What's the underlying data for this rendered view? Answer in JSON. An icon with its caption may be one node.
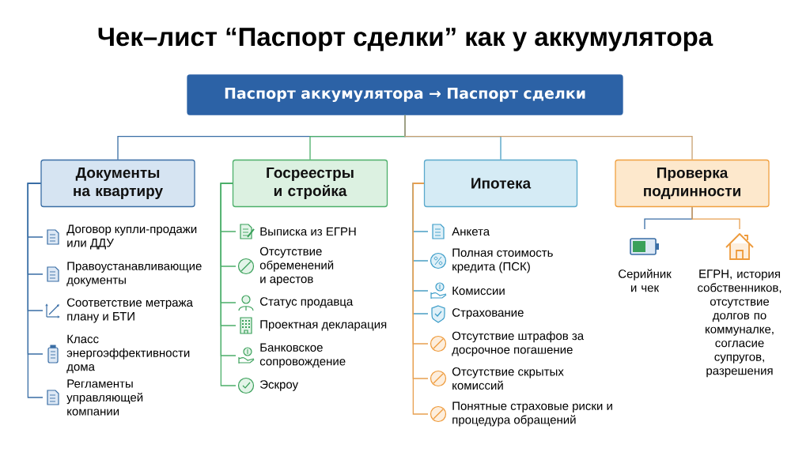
{
  "diagram": {
    "title": "Чек–лист “Паспорт сделки” как у аккумулятора",
    "nodes": [
      {
        "text": [
          "Паспорт аккумулятора → Паспорт сделки"
        ]
      },
      {
        "text": [
          "Документы на квартиру"
        ]
      },
      {
        "text": [
          "Госреестры и стройка"
        ]
      },
      {
        "text": [
          "Ипотека"
        ]
      },
      {
        "text": [
          "Проверка подлинности"
        ]
      },
      {
        "text": [
          "Договор купли-продажи или ДДУ"
        ]
      },
      {
        "text": [
          "Правоустанавливающие документы"
        ]
      },
      {
        "text": [
          "Соответствие метража плану и БТИ"
        ]
      },
      {
        "text": [
          "Класс энергоэффективности дома"
        ]
      },
      {
        "text": [
          "Регламенты управляющей компании"
        ]
      },
      {
        "text": [
          "Выписка из ЕГРН"
        ]
      },
      {
        "text": [
          "Отсутствие обременений и арестов"
        ]
      },
      {
        "text": [
          "Статус продавца"
        ]
      },
      {
        "text": [
          "Проектная декларация"
        ]
      },
      {
        "text": [
          "Банковское сопровождение"
        ]
      },
      {
        "text": [
          "Эскроу"
        ]
      },
      {
        "text": [
          "Анкета"
        ]
      },
      {
        "text": [
          "Полная стоимость кредита (ПСК)"
        ]
      },
      {
        "text": [
          "Комиссии"
        ]
      },
      {
        "text": [
          "Страхование"
        ]
      },
      {
        "text": [
          "Отсутствие штрафов за досрочное погашение"
        ]
      },
      {
        "text": [
          "Отсутствие скрытых комиссий"
        ]
      },
      {
        "text": [
          "Понятные страховые риски и процедура обращений"
        ]
      },
      {
        "text": [
          "Серийник и чек"
        ]
      },
      {
        "text": [
          "ЕГРН, история собственников, отсутствие долгов по коммуналке, согласие супругов, разрешения"
        ]
      }
    ],
    "edges": [
      {
        "from": 0,
        "to": 1,
        "arrow": "none"
      },
      {
        "from": 0,
        "to": 2,
        "arrow": "none",
        "color": "#4caf6a"
      },
      {
        "from": 0,
        "to": 3,
        "arrow": "none",
        "color": "#4a9fc4"
      },
      {
        "from": 0,
        "to": 4,
        "arrow": "none",
        "color": "#c9a070"
      },
      {
        "from": 1,
        "to": 5,
        "arrow": "none"
      },
      {
        "from": 1,
        "to": 6,
        "arrow": "none"
      },
      {
        "from": 1,
        "to": 7,
        "arrow": "none"
      },
      {
        "from": 1,
        "to": 8,
        "arrow": "none"
      },
      {
        "from": 1,
        "to": 9,
        "arrow": "none"
      },
      {
        "from": 2,
        "to": 10,
        "arrow": "none",
        "color": "#4caf6a"
      },
      {
        "from": 2,
        "to": 11,
        "arrow": "none",
        "color": "#4caf6a"
      },
      {
        "from": 2,
        "to": 12,
        "arrow": "none",
        "color": "#4caf6a"
      },
      {
        "from": 2,
        "to": 13,
        "arrow": "none",
        "color": "#4caf6a"
      },
      {
        "from": 2,
        "to": 14,
        "arrow": "none",
        "color": "#4caf6a"
      },
      {
        "from": 2,
        "to": 15,
        "arrow": "none",
        "color": "#4caf6a"
      },
      {
        "from": 3,
        "to": 16,
        "arrow": "none",
        "color": "#4a9fc4"
      },
      {
        "from": 3,
        "to": 17,
        "arrow": "none",
        "color": "#4a9fc4"
      },
      {
        "from": 3,
        "to": 18,
        "arrow": "none",
        "color": "#4a9fc4"
      },
      {
        "from": 3,
        "to": 19,
        "arrow": "none",
        "color": "#4a9fc4"
      },
      {
        "from": 3,
        "to": 20,
        "arrow": "none",
        "color": "#e8a050"
      },
      {
        "from": 3,
        "to": 21,
        "arrow": "none",
        "color": "#e8a050"
      },
      {
        "from": 3,
        "to": 22,
        "arrow": "none",
        "color": "#e8a050"
      },
      {
        "from": 4,
        "to": 23,
        "arrow": "none"
      },
      {
        "from": 4,
        "to": 24,
        "arrow": "none",
        "color": "#e8a050"
      }
    ]
  }
}
